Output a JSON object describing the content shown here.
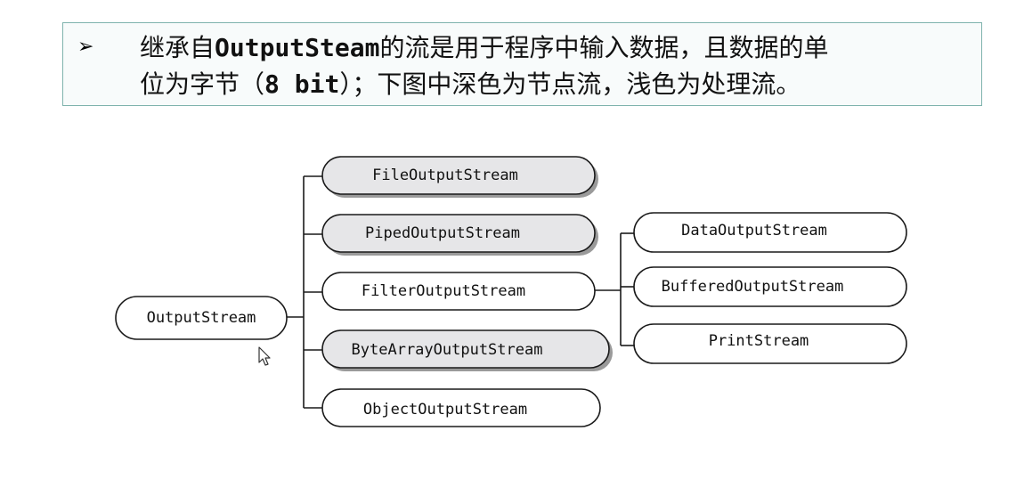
{
  "callout": {
    "bullet": "➢",
    "line1_a": "继承自",
    "line1_b": "OutputSteam",
    "line1_c": "的流是用于程序中输入数据，且数据的单",
    "line2_a": "位为字节（",
    "line2_b": "8 bit",
    "line2_c": "）；下图中深色为节点流，浅色为处理流。"
  },
  "diagram": {
    "root": "OutputStream",
    "children": [
      {
        "label": "FileOutputStream",
        "kind": "node"
      },
      {
        "label": "PipedOutputStream",
        "kind": "node"
      },
      {
        "label": "FilterOutputStream",
        "kind": "processing"
      },
      {
        "label": "ByteArrayOutputStream",
        "kind": "node"
      },
      {
        "label": "ObjectOutputStream",
        "kind": "processing"
      }
    ],
    "filter_children": [
      {
        "label": "DataOutputStream",
        "kind": "processing"
      },
      {
        "label": "BufferedOutputStream",
        "kind": "processing"
      },
      {
        "label": "PrintStream",
        "kind": "processing"
      }
    ],
    "colors": {
      "node_fill": "#e6e6e8",
      "processing_fill": "#ffffff",
      "shadow": "#9a9a9a",
      "stroke": "#1a1a1a"
    }
  }
}
